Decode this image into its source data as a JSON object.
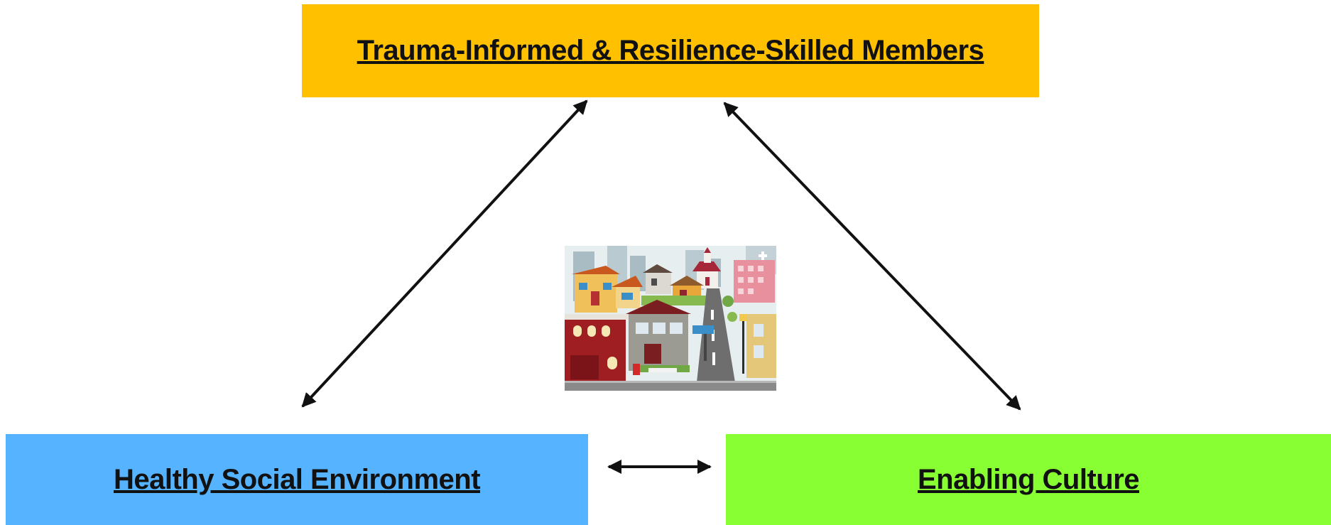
{
  "diagram": {
    "nodes": {
      "top": {
        "label": "Trauma-Informed & Resilience-Skilled Members",
        "color": "#FFC000"
      },
      "left": {
        "label": "Healthy Social Environment",
        "color": "#55B3FF"
      },
      "right": {
        "label": "Enabling Culture",
        "color": "#88FF33"
      }
    },
    "center_illustration": "town-illustration-icon",
    "connections": [
      {
        "from": "top",
        "to": "left",
        "style": "double-headed arrow"
      },
      {
        "from": "top",
        "to": "right",
        "style": "double-headed arrow"
      },
      {
        "from": "left",
        "to": "right",
        "style": "double-headed arrow"
      }
    ]
  }
}
